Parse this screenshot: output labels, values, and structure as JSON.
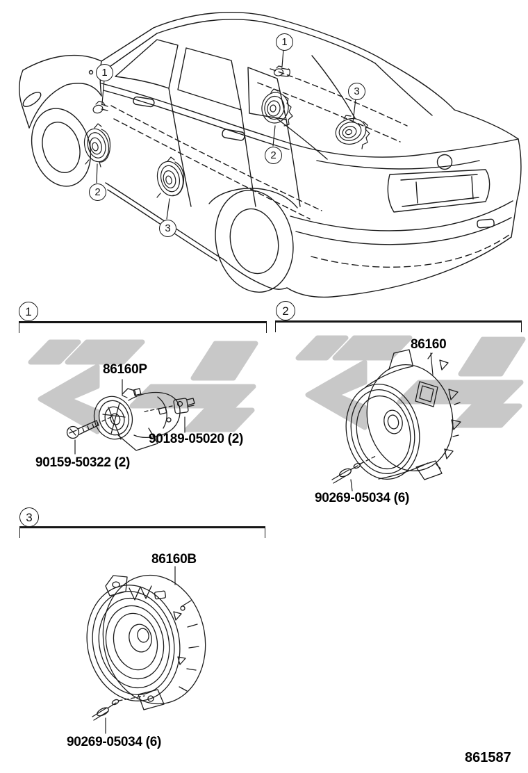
{
  "page": {
    "figure_number": "861587",
    "background_color": "#ffffff",
    "line_color": "#1b1b1b",
    "watermark_color": "#c8c8c8"
  },
  "car": {
    "description": "sedan rear three-quarter line illustration with speaker locations",
    "callouts": [
      {
        "id": "front-door-tweeter",
        "label": "1"
      },
      {
        "id": "front-door-speaker",
        "label": "2"
      },
      {
        "id": "rear-door-speaker",
        "label": "3"
      },
      {
        "id": "rear-deck-tweeter",
        "label": "1"
      },
      {
        "id": "rear-deck-speaker-left",
        "label": "2"
      },
      {
        "id": "rear-deck-speaker-right",
        "label": "3"
      }
    ]
  },
  "sections": [
    {
      "number": "1",
      "parts": [
        {
          "label": "86160P"
        },
        {
          "label": "90189-05020 (2)"
        },
        {
          "label": "90159-50322 (2)"
        }
      ]
    },
    {
      "number": "2",
      "parts": [
        {
          "label": "86160"
        },
        {
          "label": "90269-05034 (6)"
        }
      ]
    },
    {
      "number": "3",
      "parts": [
        {
          "label": "86160B"
        },
        {
          "label": "90269-05034 (6)"
        }
      ]
    }
  ]
}
